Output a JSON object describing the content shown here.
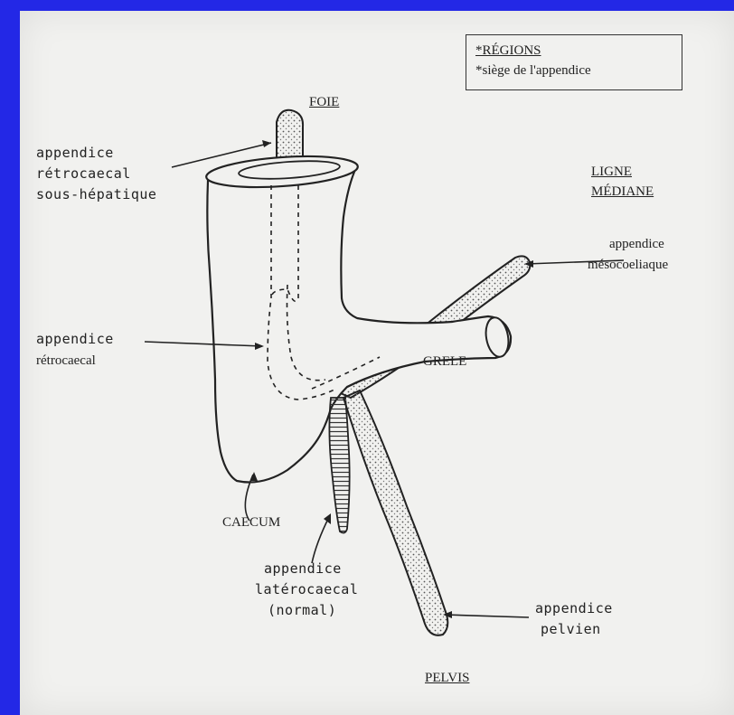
{
  "legend": {
    "line1": "*RÉGIONS",
    "line2": "*siège de l'appendice"
  },
  "labels": {
    "foie": "FOIE",
    "ligne_line1": "LIGNE",
    "ligne_line2": "MÉDIANE",
    "sous_hep_1": "appendice",
    "sous_hep_2": "rétrocaecal",
    "sous_hep_3": "sous-hépatique",
    "retro_1": "appendice",
    "retro_2": "rétrocaecal",
    "meso_1": "appendice",
    "meso_2": "mésocoeliaque",
    "grele": "GRELE",
    "caecum": "CAECUM",
    "latero_1": "appendice",
    "latero_2": "latérocaecal",
    "latero_3": "(normal)",
    "pelvien_1": "appendice",
    "pelvien_2": "pelvien",
    "pelvis": "PELVIS"
  },
  "colors": {
    "background": "#2328e6",
    "paper": "#f1f1ef",
    "ink": "#222222"
  }
}
